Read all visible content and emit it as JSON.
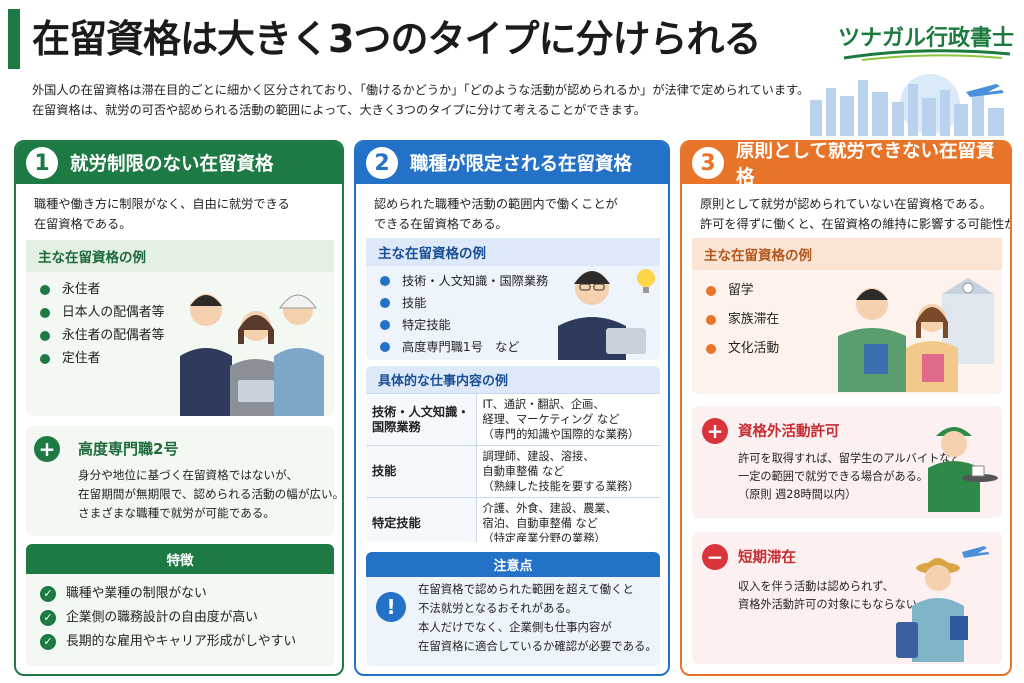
{
  "header": {
    "title": "在留資格は大きく3つのタイプに分けられる",
    "brand": "ツナガル行政書士",
    "intro": [
      "外国人の在留資格は滞在目的ごとに細かく区分されており、「働けるかどうか」「どのような活動が認められるか」が法律で定められています。",
      "在留資格は、就労の可否や認められる活動の範囲によって、大きく3つのタイプに分けて考えることができます。"
    ]
  },
  "col1": {
    "number": "1",
    "title": "就労制限のない在留資格",
    "desc": [
      "職種や働き方に制限がなく、自由に就労できる",
      "在留資格である。"
    ],
    "examples_title": "主な在留資格の例",
    "examples": [
      "永住者",
      "日本人の配偶者等",
      "永住者の配偶者等",
      "定住者"
    ],
    "hsp2": {
      "title": "高度専門職2号",
      "body": [
        "身分や地位に基づく在留資格ではないが、",
        "在留期間が無期限で、認められる活動の幅が広い。",
        "さまざまな職種で就労が可能である。"
      ]
    },
    "features_title": "特徴",
    "features": [
      "職種や業種の制限がない",
      "企業側の職務設計の自由度が高い",
      "長期的な雇用やキャリア形成がしやすい"
    ]
  },
  "col2": {
    "number": "2",
    "title": "職種が限定される在留資格",
    "desc": [
      "認められた職種や活動の範囲内で働くことが",
      "できる在留資格である。"
    ],
    "examples_title": "主な在留資格の例",
    "examples": [
      "技術・人文知識・国際業務",
      "技能",
      "特定技能",
      "高度専門職1号　など"
    ],
    "jobs_title": "具体的な仕事内容の例",
    "jobs": [
      {
        "category": [
          "技術・人文知識・",
          "国際業務"
        ],
        "detail": [
          "IT、通訳・翻訳、企画、",
          "経理、マーケティング など",
          "（専門的知識や国際的な業務）"
        ]
      },
      {
        "category": [
          "技能"
        ],
        "detail": [
          "調理師、建設、溶接、",
          "自動車整備 など",
          "（熟練した技能を要する業務）"
        ]
      },
      {
        "category": [
          "特定技能"
        ],
        "detail": [
          "介護、外食、建設、農業、",
          "宿泊、自動車整備 など",
          "（特定産業分野の業務）"
        ]
      }
    ],
    "note_title": "注意点",
    "note_body": [
      "在留資格で認められた範囲を超えて働くと",
      "不法就労となるおそれがある。",
      "本人だけでなく、企業側も仕事内容が",
      "在留資格に適合しているか確認が必要である。"
    ]
  },
  "col3": {
    "number": "3",
    "title": "原則として就労できない在留資格",
    "desc": [
      "原則として就労が認められていない在留資格である。",
      "許可を得ずに働くと、在留資格の維持に影響する可能性がある。"
    ],
    "examples_title": "主な在留資格の例",
    "examples": [
      "留学",
      "家族滞在",
      "文化活動"
    ],
    "permit": {
      "title": "資格外活動許可",
      "body": [
        "許可を取得すれば、留学生のアルバイトなど",
        "一定の範囲で就労できる場合がある。",
        "（原則 週28時間以内）"
      ]
    },
    "short_stay": {
      "title": "短期滞在",
      "body": [
        "収入を伴う活動は認められず、",
        "資格外活動許可の対象にもならない。"
      ]
    }
  },
  "colors": {
    "green": "#1e7a44",
    "blue": "#2471c8",
    "orange": "#e8742a",
    "red": "#d9333b"
  },
  "icons": [
    "plus-icon",
    "check-icon",
    "exclamation-icon",
    "minus-icon",
    "bullet-dot-icon"
  ]
}
